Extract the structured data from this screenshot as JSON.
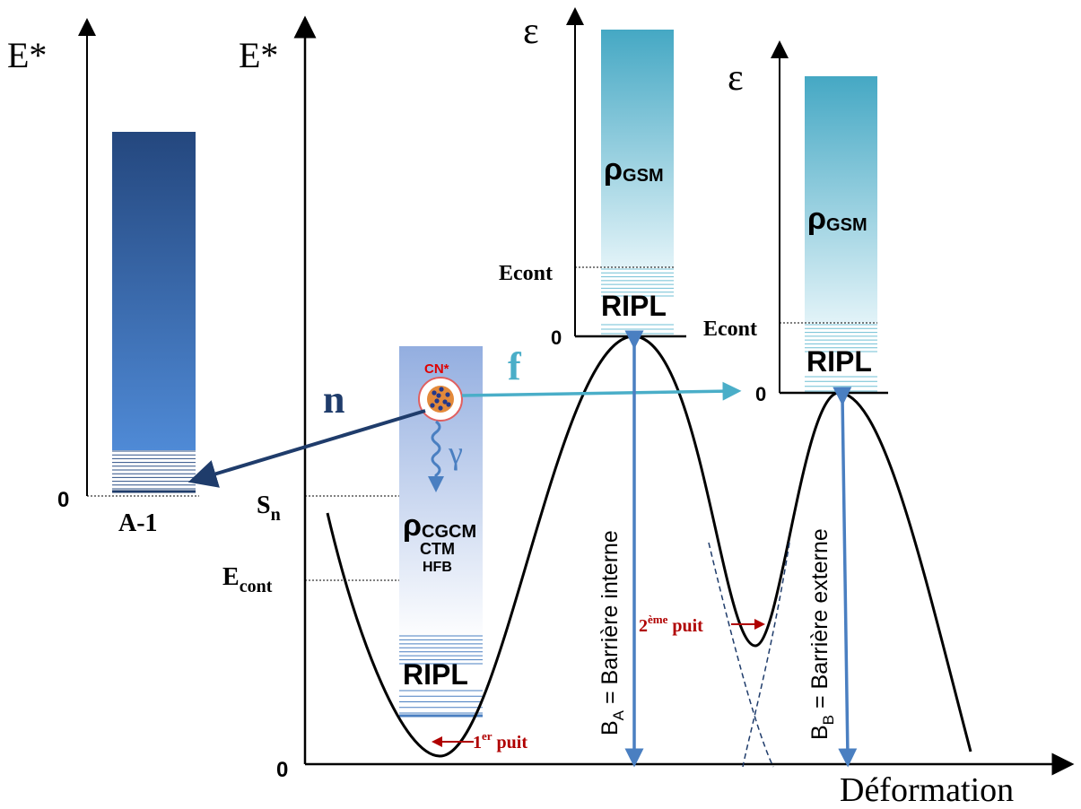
{
  "axes": {
    "left_ylabel": "E*",
    "main_ylabel": "E*",
    "inner_ylabel": "ε",
    "outer_ylabel": "ε",
    "xlabel": "Déformation",
    "zero": "0"
  },
  "left_panel": {
    "label": "A-1"
  },
  "main_panel": {
    "sn_main": "S",
    "sn_sub": "n",
    "econt_main": "E",
    "econt_sub": "cont",
    "cn_label": "CN*",
    "gamma": "γ",
    "rho_main": "ρ",
    "rho_sub": "CGCM",
    "model_1": "CTM",
    "model_2": "HFB",
    "ripl": "RIPL",
    "neutron": "n",
    "fission": "f",
    "first_well_main": "1",
    "first_well_sup": "er",
    "first_well_tail": " puit",
    "second_well_main": "2",
    "second_well_sup": "ème",
    "second_well_tail": " puit"
  },
  "inner_barrier": {
    "rho_main": "ρ",
    "rho_sub": "GSM",
    "econt": "Econt",
    "ripl": "RIPL",
    "b_main": "B",
    "b_sub": "A",
    "b_text": " = Barrière  interne"
  },
  "outer_barrier": {
    "rho_main": "ρ",
    "rho_sub": "GSM",
    "econt": "Econt",
    "ripl": "RIPL",
    "b_main": "B",
    "b_sub": "B",
    "b_text": " = Barrière  externe"
  },
  "colors": {
    "dark_blue": "#1f3c6b",
    "arrow_blue": "#4a7fc1",
    "teal": "#4aaec8",
    "red": "#b00000",
    "black": "#000000"
  }
}
